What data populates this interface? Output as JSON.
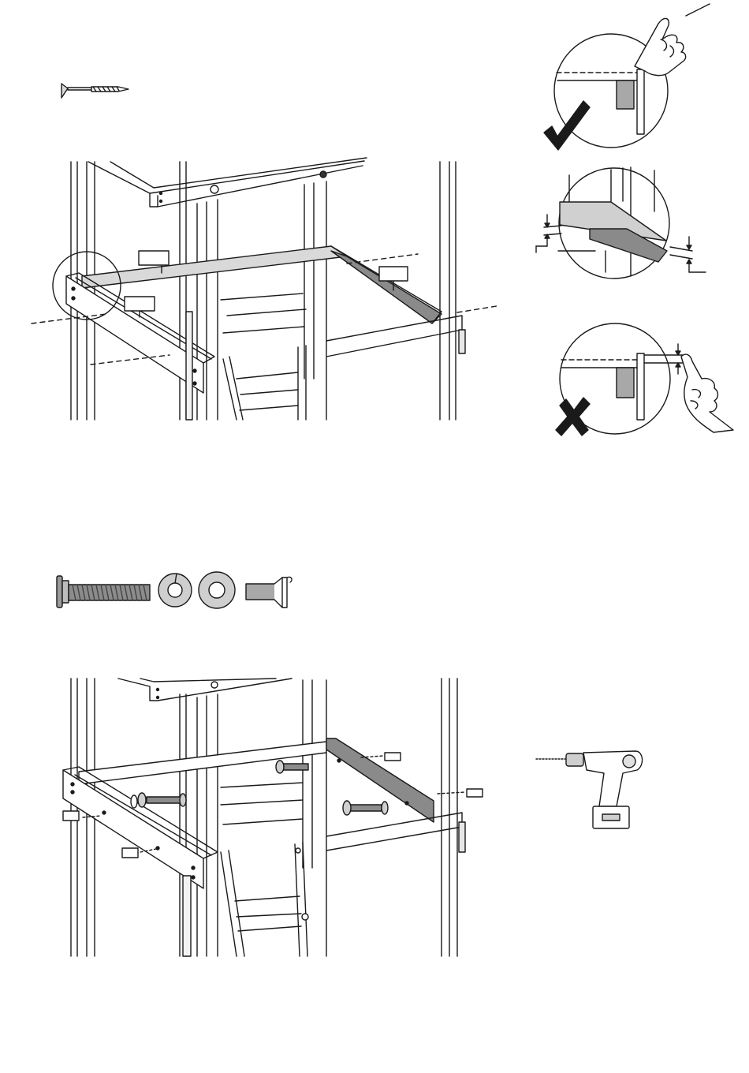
{
  "diagram": {
    "steps": [
      {
        "hardware": [
          "wood-screw"
        ],
        "callout_labels": [
          "",
          "",
          ""
        ]
      },
      {
        "hardware": [
          "hex-bolt",
          "split-lock-washer",
          "flat-washer",
          "barrel-nut"
        ]
      }
    ],
    "insets": [
      {
        "result": "correct",
        "icon": "checkmark-icon"
      },
      {
        "result": "beam-gap-measure"
      },
      {
        "result": "incorrect",
        "icon": "cross-icon"
      }
    ],
    "tool": "cordless-drill-icon",
    "colors": {
      "line": "#1a1a1a",
      "beam_fill": "#bdbdbd",
      "panel_fill": "#e4e4e4",
      "part_fill": "#a8a8a8"
    }
  }
}
